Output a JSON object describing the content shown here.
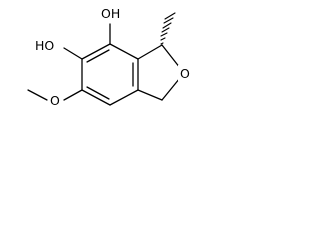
{
  "atoms": {
    "oh_top": "OH",
    "oh_left": "HO",
    "o_ring": "O",
    "o_methoxy": "O"
  },
  "colors": {
    "bond": "#000000",
    "background": "#ffffff"
  }
}
